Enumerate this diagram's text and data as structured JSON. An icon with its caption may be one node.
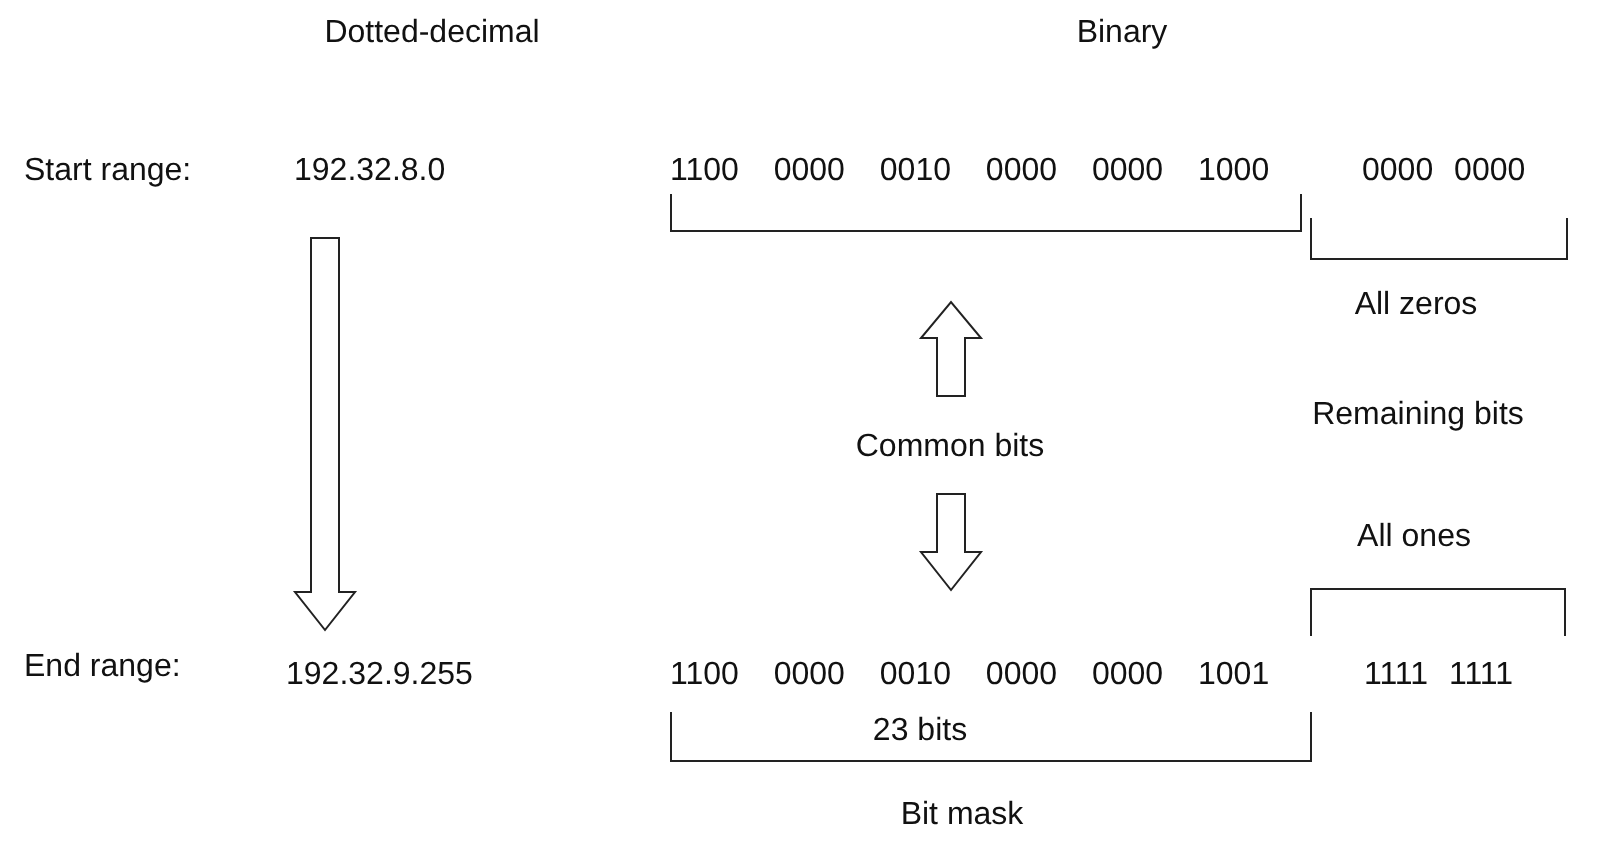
{
  "diagram": {
    "nodes": [
      {
        "text": [
          "192.32.8.0"
        ]
      },
      {
        "text": [
          "192.32.9.255"
        ]
      },
      {
        "text": [
          "Common bits"
        ]
      }
    ],
    "edges": [
      {
        "from": 0,
        "to": 1,
        "arrow": "to"
      },
      {
        "from": 2,
        "to": null,
        "arrow": "to"
      },
      {
        "from": 2,
        "to": null,
        "arrow": "to"
      }
    ],
    "labels": [
      "Dotted-decimal",
      "Binary",
      "Start range:",
      "1100 0000 0010 0000 0000 1000",
      "0000 0000",
      "All zeros",
      "Remaining bits",
      "All ones",
      "End range:",
      "1100 0000 0010 0000 0000 1001",
      "1111 1111",
      "23 bits",
      "Bit mask"
    ]
  }
}
